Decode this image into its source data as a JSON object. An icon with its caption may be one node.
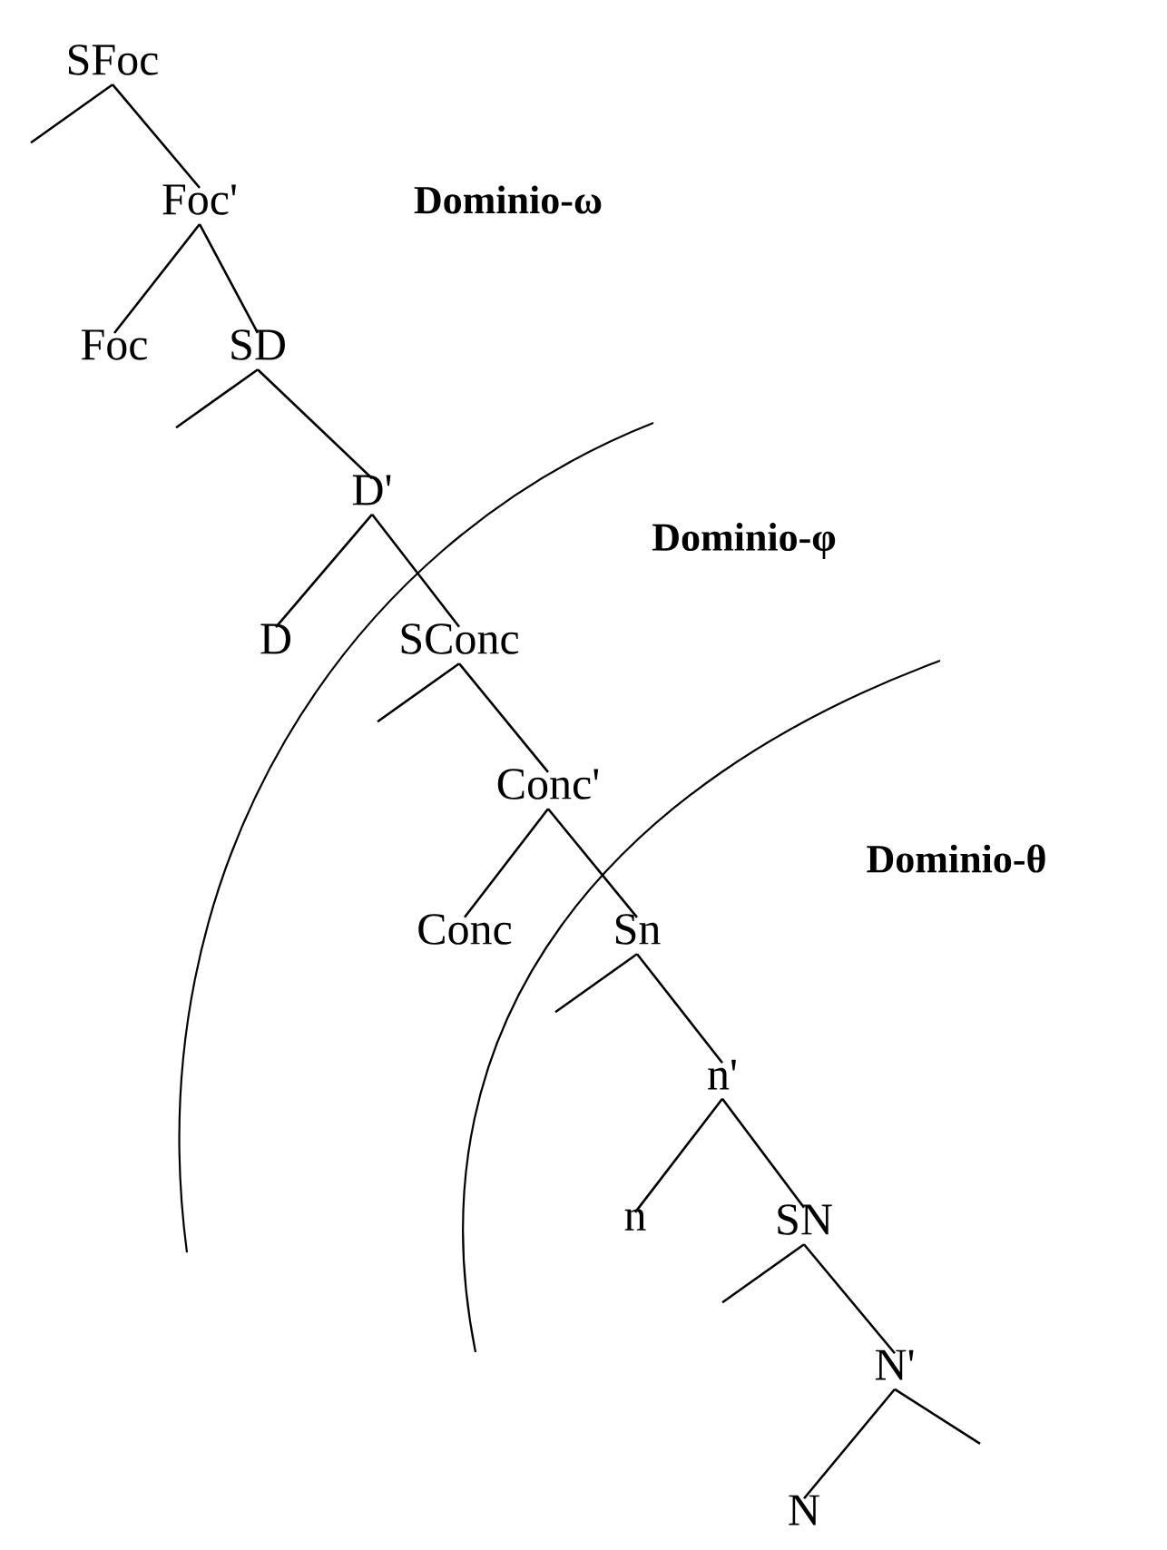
{
  "diagram": {
    "nodes": [
      {
        "text": [
          "SFoc"
        ]
      },
      {
        "text": [
          "Foc'"
        ]
      },
      {
        "text": [
          "Foc"
        ]
      },
      {
        "text": [
          "SD"
        ]
      },
      {
        "text": [
          "D'"
        ]
      },
      {
        "text": [
          "D"
        ]
      },
      {
        "text": [
          "SConc"
        ]
      },
      {
        "text": [
          "Conc'"
        ]
      },
      {
        "text": [
          "Conc"
        ]
      },
      {
        "text": [
          "Sn"
        ]
      },
      {
        "text": [
          "n'"
        ]
      },
      {
        "text": [
          "n"
        ]
      },
      {
        "text": [
          "SN"
        ]
      },
      {
        "text": [
          "N'"
        ]
      },
      {
        "text": [
          "N"
        ]
      }
    ],
    "edges": [
      {
        "from": 0,
        "to": null,
        "arrow": "none"
      },
      {
        "from": 0,
        "to": 1,
        "arrow": "none"
      },
      {
        "from": 1,
        "to": 2,
        "arrow": "none"
      },
      {
        "from": 1,
        "to": 3,
        "arrow": "none"
      },
      {
        "from": 3,
        "to": null,
        "arrow": "none"
      },
      {
        "from": 3,
        "to": 4,
        "arrow": "none"
      },
      {
        "from": 4,
        "to": 5,
        "arrow": "none"
      },
      {
        "from": 4,
        "to": 6,
        "arrow": "none"
      },
      {
        "from": 6,
        "to": null,
        "arrow": "none"
      },
      {
        "from": 6,
        "to": 7,
        "arrow": "none"
      },
      {
        "from": 7,
        "to": 8,
        "arrow": "none"
      },
      {
        "from": 7,
        "to": 9,
        "arrow": "none"
      },
      {
        "from": 9,
        "to": null,
        "arrow": "none"
      },
      {
        "from": 9,
        "to": 10,
        "arrow": "none"
      },
      {
        "from": 10,
        "to": 11,
        "arrow": "none"
      },
      {
        "from": 10,
        "to": 12,
        "arrow": "none"
      },
      {
        "from": 12,
        "to": null,
        "arrow": "none"
      },
      {
        "from": 12,
        "to": 13,
        "arrow": "none"
      },
      {
        "from": 13,
        "to": 14,
        "arrow": "none"
      },
      {
        "from": 13,
        "to": null,
        "arrow": "none"
      }
    ],
    "labels": [
      "Dominio-ω",
      "Dominio-φ",
      "Dominio-θ"
    ]
  }
}
